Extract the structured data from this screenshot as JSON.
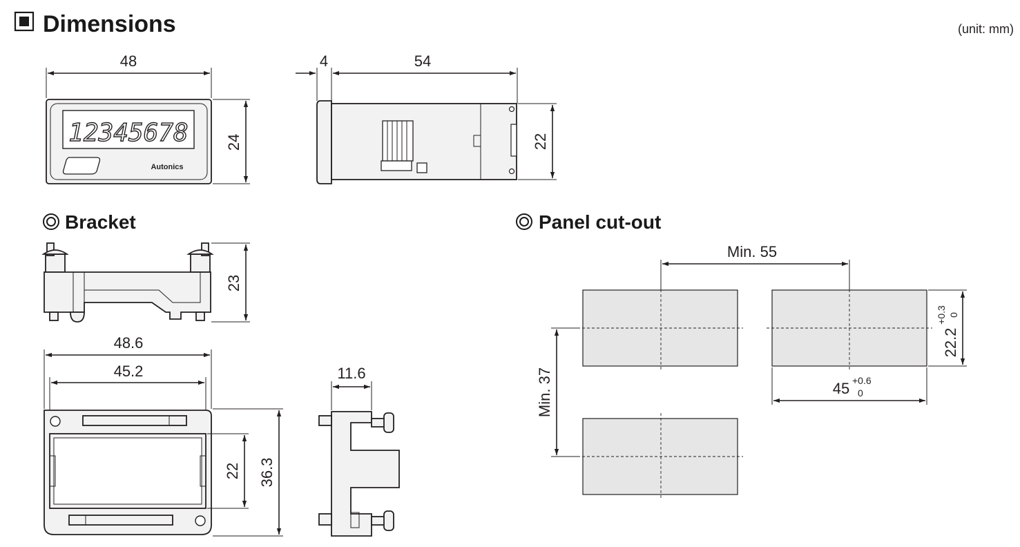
{
  "header": {
    "title": "Dimensions",
    "unit_note": "(unit: mm)"
  },
  "sections": {
    "bracket": "Bracket",
    "panel_cutout": "Panel cut-out"
  },
  "device": {
    "display_digits": "12345678",
    "brand": "Autonics"
  },
  "front_view": {
    "width": "48",
    "height": "24"
  },
  "side_view": {
    "front_depth": "4",
    "body_depth": "54",
    "height": "22"
  },
  "bracket_side": {
    "height": "23"
  },
  "bracket_front": {
    "outer_width": "48.6",
    "inner_width": "45.2",
    "inner_height": "22",
    "outer_height": "36.3"
  },
  "bracket_profile": {
    "width": "11.6"
  },
  "cutout": {
    "min_horizontal": "Min. 55",
    "min_vertical": "Min. 37",
    "height": "22.2",
    "height_tol_upper": "+0.3",
    "height_tol_lower": "0",
    "width": "45",
    "width_tol_upper": "+0.6",
    "width_tol_lower": "0"
  }
}
